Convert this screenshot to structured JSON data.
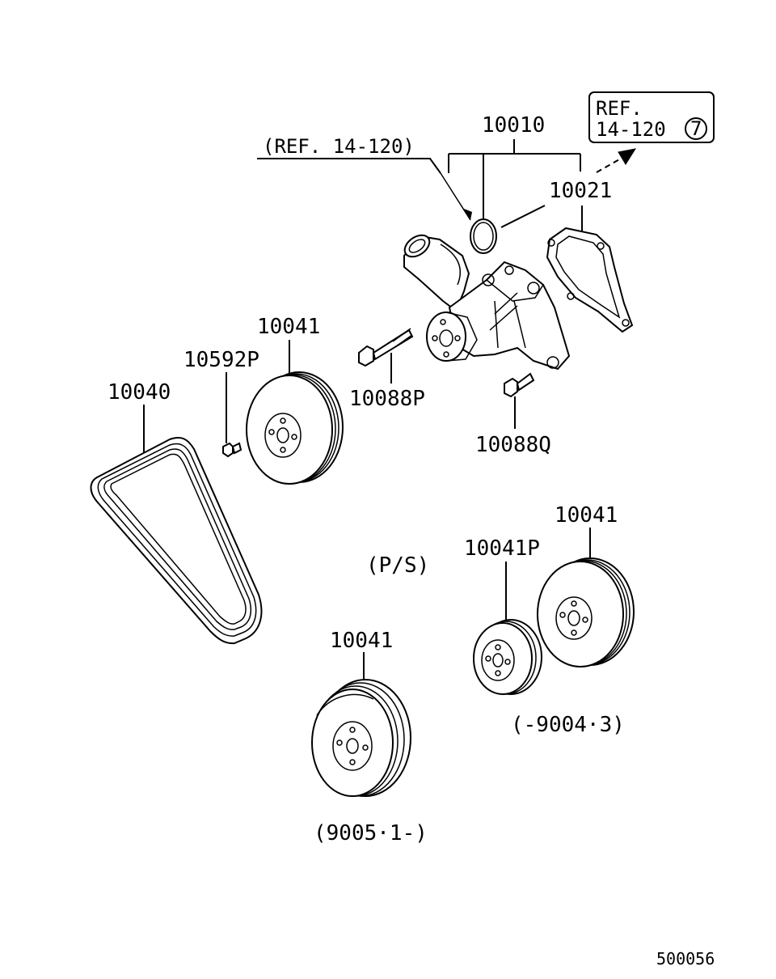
{
  "labels": {
    "ref_box_line1": "REF.",
    "ref_box_line2": "14-120",
    "ref_box_circle": "7",
    "ref_inline": "(REF. 14-120)",
    "water_pump": "10010",
    "gasket": "10021",
    "pulley_top": "10041",
    "bolt_small": "10592P",
    "belt": "10040",
    "bolt_long": "10088P",
    "bolt_short": "10088Q",
    "ps": "(P/S)",
    "pulley_small": "10041P",
    "pulley_right": "10041",
    "pulley_bottom": "10041",
    "range_early": "(-9004·3)",
    "range_late": "(9005·1-)",
    "diagram_id": "500056"
  }
}
